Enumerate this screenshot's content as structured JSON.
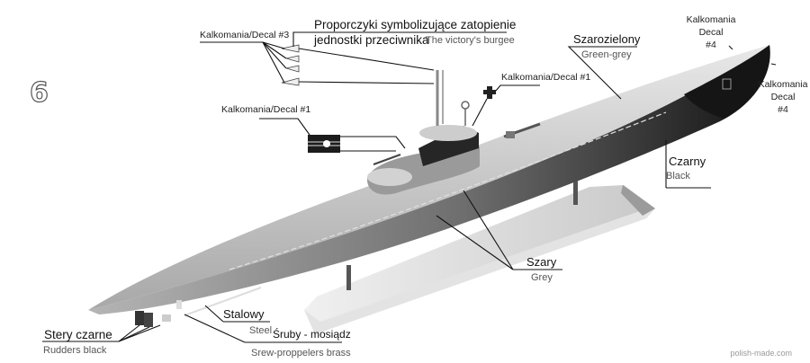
{
  "step_number": "6",
  "watermark": "polish-made.com",
  "colors": {
    "hull_grey": "#b9b9b9",
    "hull_dark": "#1a1a1a",
    "stand": "#d6d6d6",
    "leader": "#111111"
  },
  "labels": {
    "burgee_pl_line1": "Proporczyki symbolizujące zatopienie",
    "burgee_pl_line2": "jednostki przeciwnika",
    "burgee_en": "The victory's burgee",
    "decal3": "Kalkomania/Decal #3",
    "decal1_left": "Kalkomania/Decal #1",
    "decal1_right": "Kalkomania/Decal #1",
    "green_grey_pl": "Szarozielony",
    "green_grey_en": "Green-grey",
    "decal4_top_l1": "Kalkomania",
    "decal4_top_l2": "Decal",
    "decal4_top_l3": "#4",
    "decal4_right_l1": "Kalkomania",
    "decal4_right_l2": "Decal",
    "decal4_right_l3": "#4",
    "black_pl": "Czarny",
    "black_en": "Black",
    "grey_pl": "Szary",
    "grey_en": "Grey",
    "steel_pl": "Stalowy",
    "steel_en": "Steel",
    "props_pl": "Śruby - mosiądz",
    "props_en": "Srew-proppelers brass",
    "rudders_pl": "Stery czarne",
    "rudders_en": "Rudders black"
  }
}
